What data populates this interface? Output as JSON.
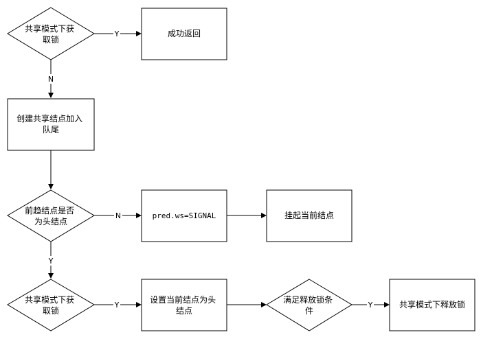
{
  "nodes": {
    "d1": [
      "共享模式下获",
      "取锁"
    ],
    "success": [
      "成功返回"
    ],
    "create": [
      "创建共享结点加入",
      "队尾"
    ],
    "d2": [
      "前趋结点是否",
      "为头结点"
    ],
    "pred": [
      "pred.ws=SIGNAL"
    ],
    "suspend": [
      "挂起当前结点"
    ],
    "d3": [
      "共享模式下获",
      "取锁"
    ],
    "sethead": [
      "设置当前结点为头",
      "结点"
    ],
    "d4": [
      "满足释放锁条",
      "件"
    ],
    "release": [
      "共享模式下释放锁"
    ]
  },
  "edge_labels": {
    "d1_success": "Y",
    "d1_create": "N",
    "d2_pred": "N",
    "d2_d3": "Y",
    "d3_sethead": "Y",
    "d4_release": "Y"
  }
}
